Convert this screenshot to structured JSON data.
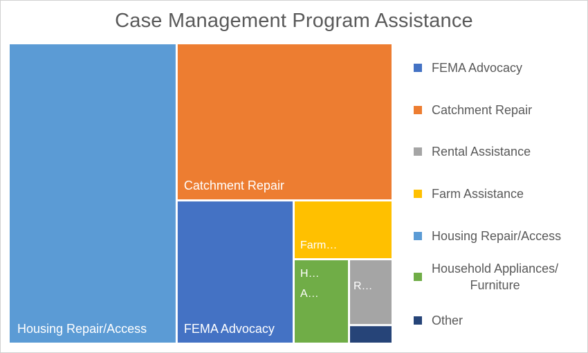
{
  "chart_data": {
    "type": "treemap",
    "title": "Case Management Program Assistance",
    "items": [
      {
        "name": "Housing Repair/Access",
        "label": "Housing Repair/Access",
        "value": 44.0,
        "color": "#5B9BD5"
      },
      {
        "name": "Catchment Repair",
        "label": "Catchment Repair",
        "value": 29.5,
        "color": "#ED7D31"
      },
      {
        "name": "FEMA Advocacy",
        "label": "FEMA Advocacy",
        "value": 14.5,
        "color": "#4472C4"
      },
      {
        "name": "Farm Assistance",
        "label": "Farm…",
        "value": 5.0,
        "color": "#FFC000"
      },
      {
        "name": "Household Appliances/ Furniture",
        "label_lines": [
          "H…",
          "A…"
        ],
        "value": 4.0,
        "color": "#70AD47"
      },
      {
        "name": "Rental Assistance",
        "label": "R…",
        "value": 2.4,
        "color": "#A5A5A5"
      },
      {
        "name": "Other",
        "label": "",
        "value": 0.6,
        "color": "#264478"
      }
    ],
    "legend": {
      "position": "right",
      "entries": [
        {
          "label": "FEMA Advocacy",
          "color": "#4472C4"
        },
        {
          "label": "Catchment Repair",
          "color": "#ED7D31"
        },
        {
          "label": "Rental Assistance",
          "color": "#A5A5A5"
        },
        {
          "label": "Farm Assistance",
          "color": "#FFC000"
        },
        {
          "label": "Housing Repair/Access",
          "color": "#5B9BD5"
        },
        {
          "label_lines": [
            "Household Appliances/",
            "Furniture"
          ],
          "color": "#70AD47"
        },
        {
          "label": "Other",
          "color": "#264478"
        }
      ]
    }
  }
}
